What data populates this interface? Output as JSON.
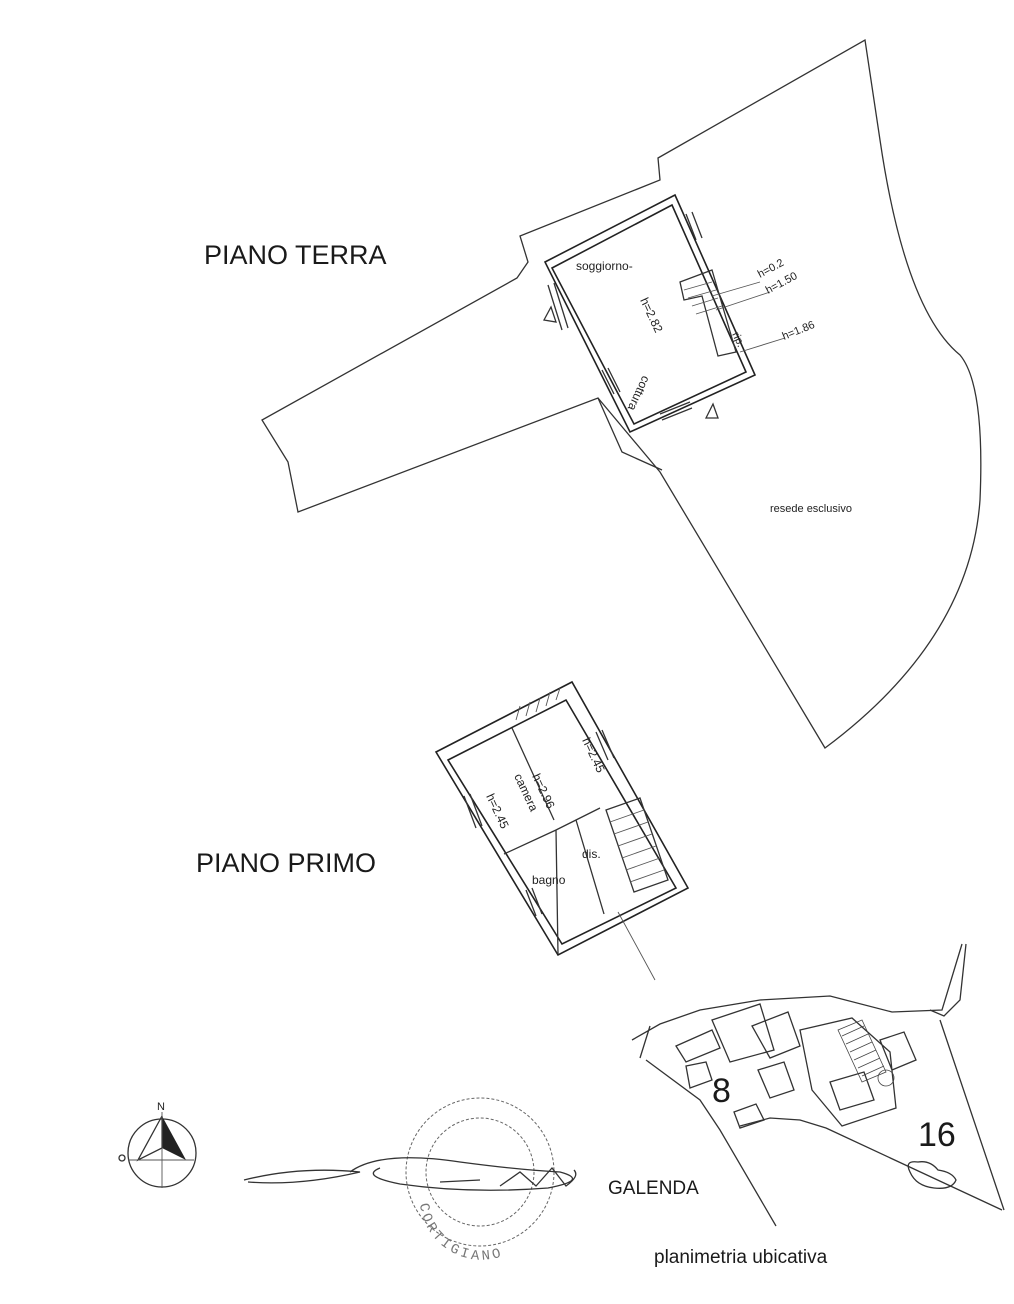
{
  "titles": {
    "ground_floor": "PIANO TERRA",
    "first_floor": "PIANO PRIMO"
  },
  "ground_floor": {
    "rooms": {
      "living": "soggiorno-",
      "kitchen": "cottura",
      "storage": "rip."
    },
    "heights": {
      "main": "h=2.82",
      "step_1": "h=0.2",
      "step_2": "h=1.50",
      "step_3": "h=1.86"
    },
    "exclusive_yard": "resede esclusivo"
  },
  "first_floor": {
    "rooms": {
      "bedroom": "camera",
      "bathroom": "bagno",
      "landing": "dis."
    },
    "heights": {
      "bedroom_center": "h=2.96",
      "bedroom_side": "h=2.45",
      "upper_right": "h=2.45"
    }
  },
  "location_map": {
    "block_8": "8",
    "block_16": "16",
    "street": "GALENDA",
    "caption": "planimetria ubicativa"
  },
  "compass": {
    "north_label": "N"
  },
  "stamp": {
    "text": "CORTIGIANO"
  }
}
